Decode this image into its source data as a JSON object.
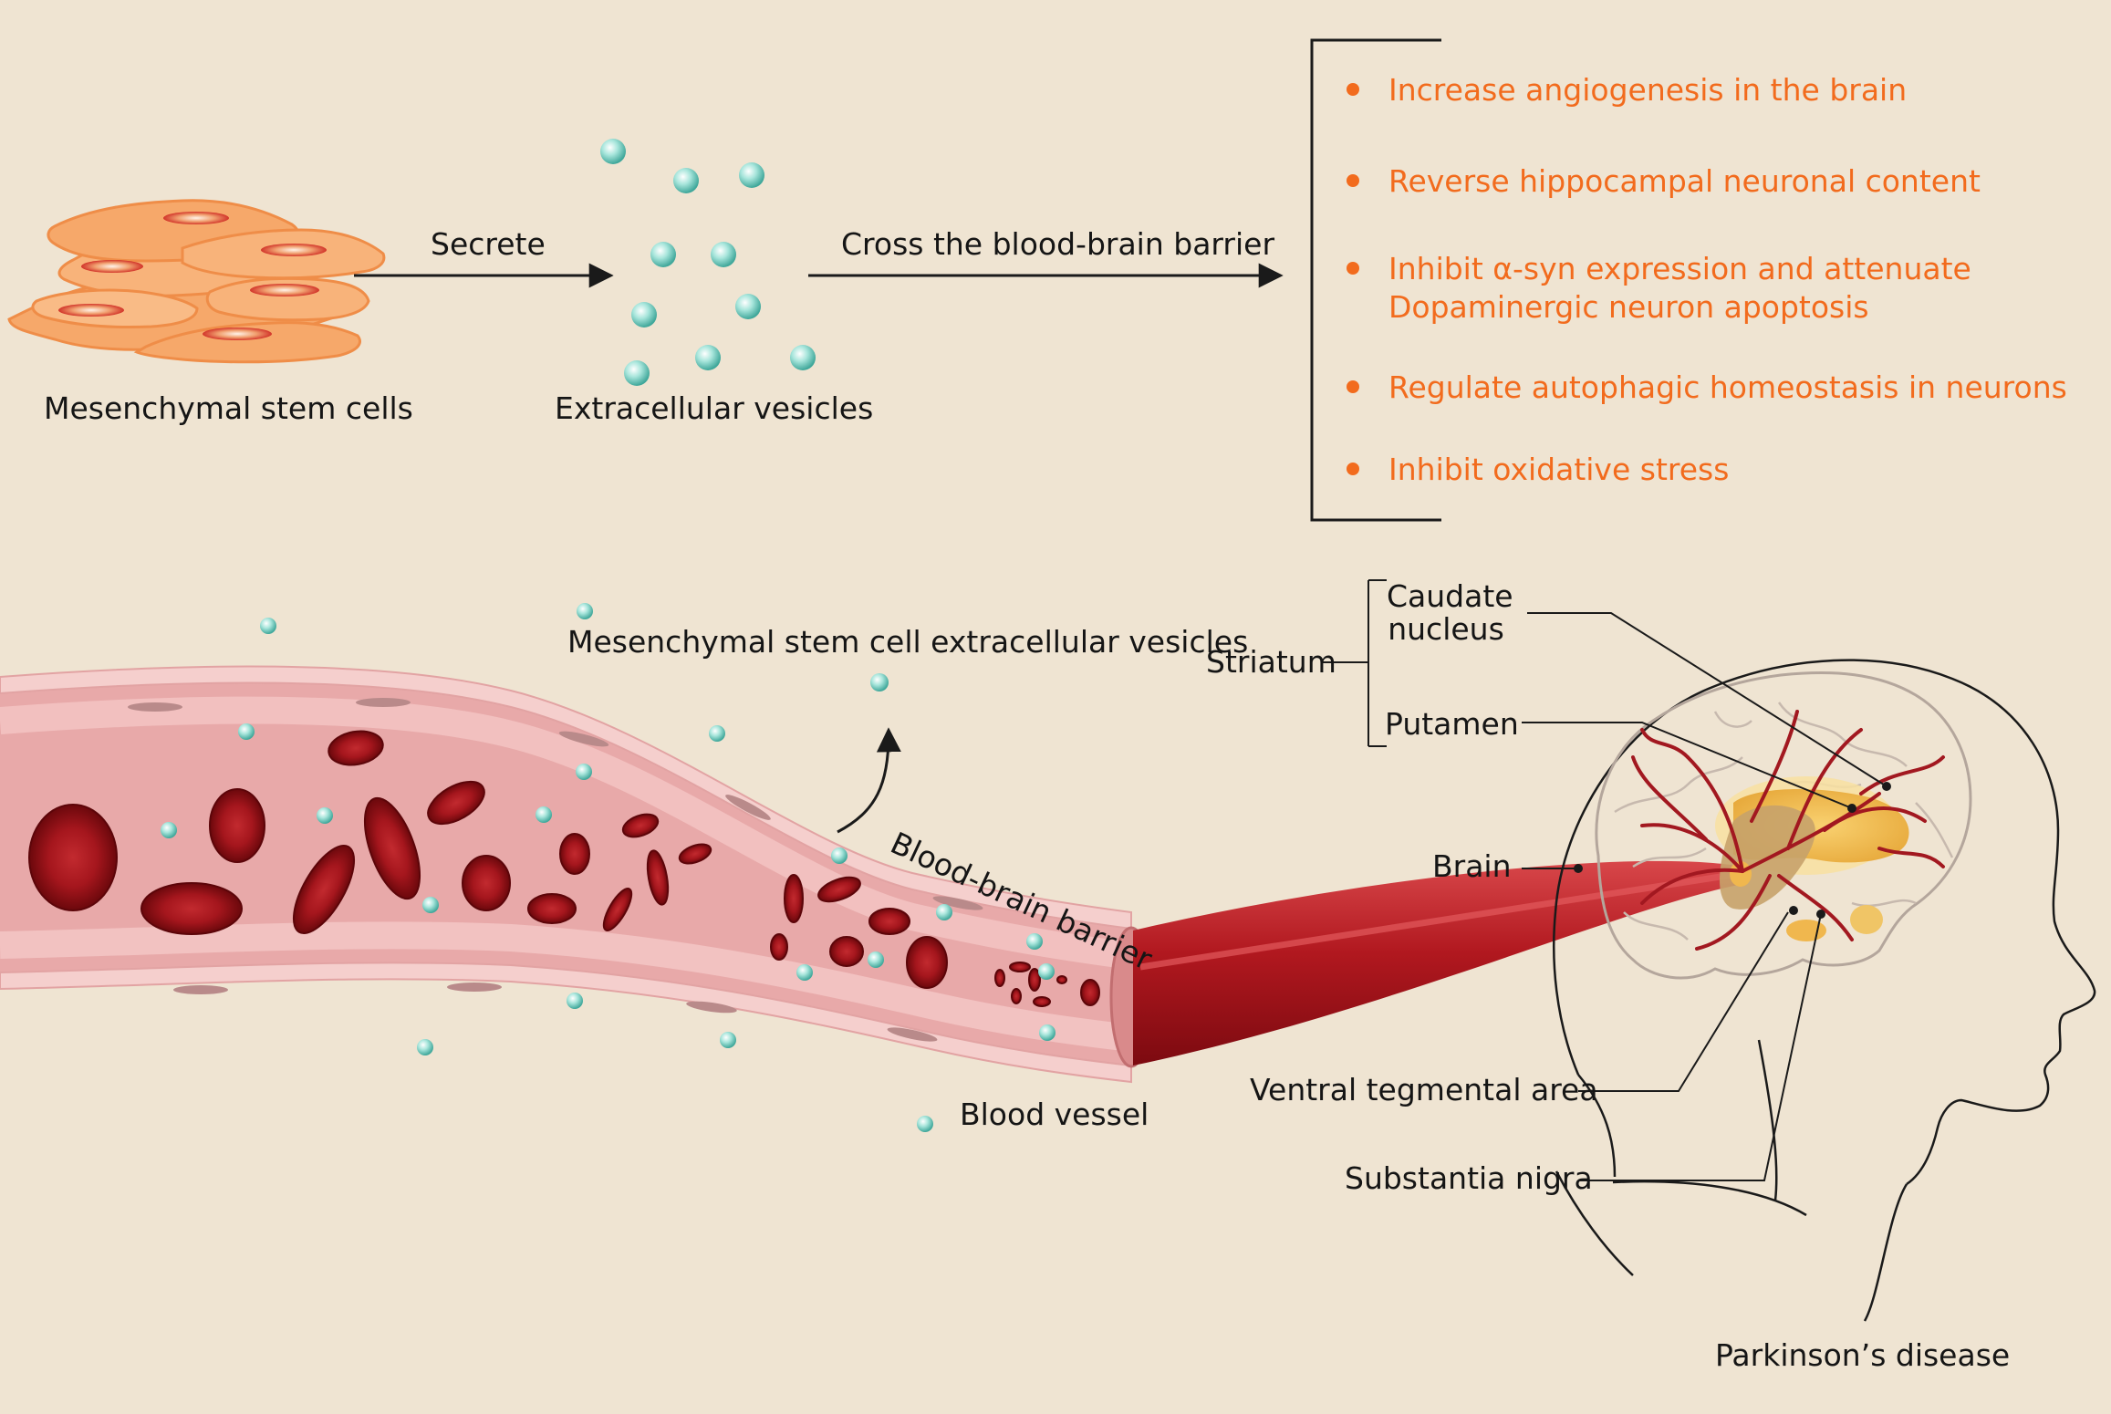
{
  "top_flow": {
    "msc_label": "Mesenchymal stem cells",
    "secrete_label": "Secrete",
    "ev_label": "Extracellular vesicles",
    "cross_label": "Cross the blood-brain barrier"
  },
  "effects": [
    {
      "lines": [
        "Increase angiogenesis in the brain"
      ]
    },
    {
      "lines": [
        "Reverse hippocampal neuronal content"
      ]
    },
    {
      "lines": [
        "Inhibit α-syn expression and attenuate",
        "Dopaminergic neuron apoptosis"
      ]
    },
    {
      "lines": [
        "Regulate autophagic homeostasis in neurons"
      ]
    },
    {
      "lines": [
        "Inhibit oxidative stress"
      ]
    }
  ],
  "vessel": {
    "msc_ev_label": "Mesenchymal stem cell extracellular vesicles",
    "bbb_label": "Blood-brain barrier",
    "vessel_label": "Blood vessel"
  },
  "brain": {
    "striatum": "Striatum",
    "caudate_line1": "Caudate",
    "caudate_line2": "nucleus",
    "putamen": "Putamen",
    "brain": "Brain",
    "vta": "Ventral tegmental area",
    "substantia_nigra": "Substantia nigra",
    "disease": "Parkinson’s disease"
  },
  "colors": {
    "background": "#efe4d2",
    "accent_orange": "#f26b1d",
    "cell_orange": "#f6a86a",
    "blood_red": "#a1141b",
    "vessel_pink": "#e9a9a8",
    "vesicle_teal": "#8fd6cc"
  }
}
